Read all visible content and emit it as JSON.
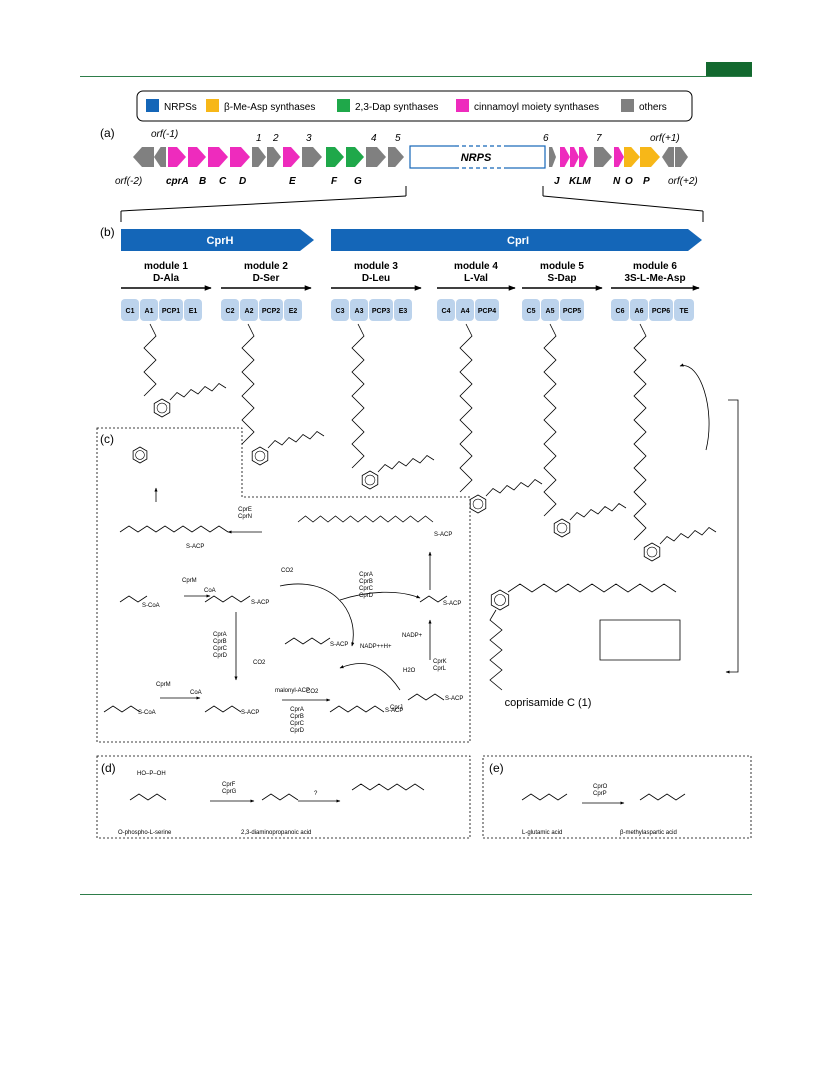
{
  "legend": {
    "items": [
      {
        "label": "NRPSs",
        "color": "#1466b8"
      },
      {
        "label": "β-Me-Asp synthases",
        "color": "#f7b718"
      },
      {
        "label": "2,3-Dap synthases",
        "color": "#1fa84a"
      },
      {
        "label": "cinnamoyl moiety synthases",
        "color": "#ee2bbd"
      },
      {
        "label": "others",
        "color": "#808080"
      }
    ]
  },
  "panel_a": {
    "label": "(a)",
    "nrps_label": "NRPS",
    "top_labels": [
      "orf(-1)",
      "1",
      "2",
      "3",
      "4",
      "5",
      "6",
      "7",
      "orf(+1)"
    ],
    "bottom_labels": [
      "orf(-2)",
      "cprA",
      "B",
      "C",
      "D",
      "E",
      "F",
      "G",
      "J",
      "KLM",
      "N",
      "O",
      "P",
      "orf(+2)"
    ]
  },
  "panel_b": {
    "label": "(b)",
    "genes": [
      "CprH",
      "CprI"
    ],
    "modules": [
      {
        "title": "module 1",
        "sub": "D-Ala",
        "domains": [
          "C1",
          "A1",
          "PCP1",
          "E1"
        ]
      },
      {
        "title": "module 2",
        "sub": "D-Ser",
        "domains": [
          "C2",
          "A2",
          "PCP2",
          "E2"
        ]
      },
      {
        "title": "module 3",
        "sub": "D-Leu",
        "domains": [
          "C3",
          "A3",
          "PCP3",
          "E3"
        ]
      },
      {
        "title": "module 4",
        "sub": "L-Val",
        "domains": [
          "C4",
          "A4",
          "PCP4"
        ]
      },
      {
        "title": "module 5",
        "sub": "S-Dap",
        "domains": [
          "C5",
          "A5",
          "PCP5"
        ]
      },
      {
        "title": "module 6",
        "sub": "3S-L-Me-Asp",
        "domains": [
          "C6",
          "A6",
          "PCP6",
          "TE"
        ]
      }
    ],
    "product": "coprisamide C (1)"
  },
  "panel_c": {
    "label": "(c)",
    "enzymes_e_n": "CprE\nCprN",
    "enzyme_m": "CprM",
    "coa": "CoA",
    "co2": "CO2",
    "s_acp": "S-ACP",
    "s_coa": "S-CoA",
    "pks": "CprA\nCprB\nCprC\nCprD",
    "nadp": "NADP+",
    "nadph": "NADP++H+",
    "h2o": "H2O",
    "k_l": "CprK\nCprL",
    "j": "CprJ",
    "malonyl": "malonyl-ACP"
  },
  "panel_d": {
    "label": "(d)",
    "enzymes": "CprF\nCprG",
    "q": "?",
    "names": [
      "O-phospho-L-serine",
      "2,3-diaminopropanoic acid"
    ]
  },
  "panel_e": {
    "label": "(e)",
    "enzymes": "CprO\nCprP",
    "names": [
      "L-glutamic acid",
      "β-methylaspartic acid"
    ]
  }
}
